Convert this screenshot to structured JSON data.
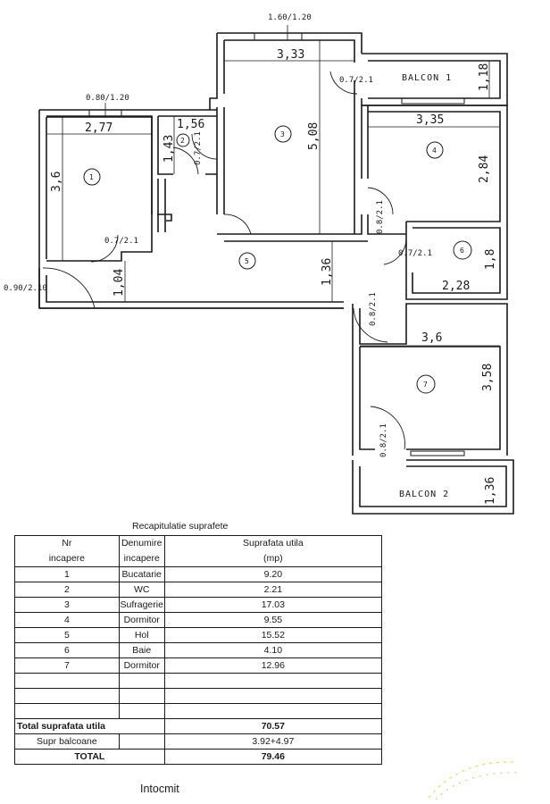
{
  "floor_plan": {
    "windows": {
      "kitchen": "0.80/1.20",
      "living": "1.60/1.20"
    },
    "entrance_door": "0.90/2.10",
    "doors": {
      "kitchen": "0.7/2.1",
      "wc": "0.7/2.1",
      "living_balcony": "0.7/2.1",
      "bedroom4": "0.8/2.1",
      "bath": "0.7/2.1",
      "bedroom7": "0.8/2.1",
      "balcony2": "0.8/2.1"
    },
    "dimensions": {
      "kitchen_w": "2,77",
      "kitchen_h": "3,6",
      "wc_w": "1,56",
      "wc_h": "1,43",
      "living_w": "3,33",
      "living_h": "5,08",
      "balcon1_h": "1,18",
      "bed4_w": "3,35",
      "bed4_h": "2,84",
      "hall_h": "1,36",
      "entry_h": "1,04",
      "bath_w": "2,28",
      "bath_h": "1,8",
      "bed7_w": "3,6",
      "bed7_h": "3,58",
      "balcon2_h": "1,36"
    },
    "room_numbers": [
      "1",
      "2",
      "3",
      "4",
      "5",
      "6",
      "7"
    ],
    "balcony_labels": [
      "BALCON 1",
      "BALCON 2"
    ]
  },
  "table": {
    "title": "Recapitulatie suprafete",
    "headers": {
      "nr_line1": "Nr",
      "nr_line2": "incapere",
      "name_line1": "Denumire",
      "name_line2": "incapere",
      "area_line1": "Suprafata utila",
      "area_line2": "(mp)"
    },
    "rows": [
      {
        "nr": "1",
        "name": "Bucatarie",
        "area": "9.20"
      },
      {
        "nr": "2",
        "name": "WC",
        "area": "2.21"
      },
      {
        "nr": "3",
        "name": "Sufragerie",
        "area": "17.03"
      },
      {
        "nr": "4",
        "name": "Dormitor",
        "area": "9.55"
      },
      {
        "nr": "5",
        "name": "Hol",
        "area": "15.52"
      },
      {
        "nr": "6",
        "name": "Baie",
        "area": "4.10"
      },
      {
        "nr": "7",
        "name": "Dormitor",
        "area": "12.96"
      }
    ],
    "total_util_label": "Total suprafata utila",
    "total_util_value": "70.57",
    "balcony_label": "Supr balcoane",
    "balcony_value": "3.92+4.97",
    "total_label": "TOTAL",
    "total_value": "79.46"
  },
  "footer": {
    "prepared_by": "Intocmit"
  }
}
